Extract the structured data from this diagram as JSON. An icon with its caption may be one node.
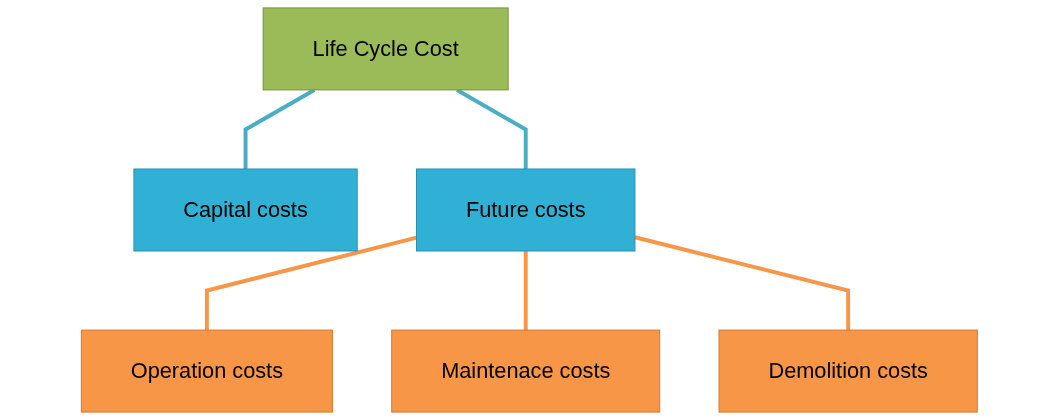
{
  "diagram": {
    "nodes": [
      {
        "text": [
          "Life Cycle Cost"
        ]
      },
      {
        "text": [
          "Capital costs"
        ]
      },
      {
        "text": [
          "Future costs"
        ]
      },
      {
        "text": [
          "Operation costs"
        ]
      },
      {
        "text": [
          "Maintenace costs"
        ]
      },
      {
        "text": [
          "Demolition costs"
        ]
      }
    ],
    "edges": [
      {
        "from": 0,
        "to": 1,
        "arrow": "none",
        "color": "#4bacc6"
      },
      {
        "from": 0,
        "to": 2,
        "arrow": "none",
        "color": "#4bacc6"
      },
      {
        "from": 2,
        "to": 3,
        "arrow": "none"
      },
      {
        "from": 2,
        "to": 4,
        "arrow": "none"
      },
      {
        "from": 2,
        "to": 5,
        "arrow": "none"
      }
    ]
  }
}
